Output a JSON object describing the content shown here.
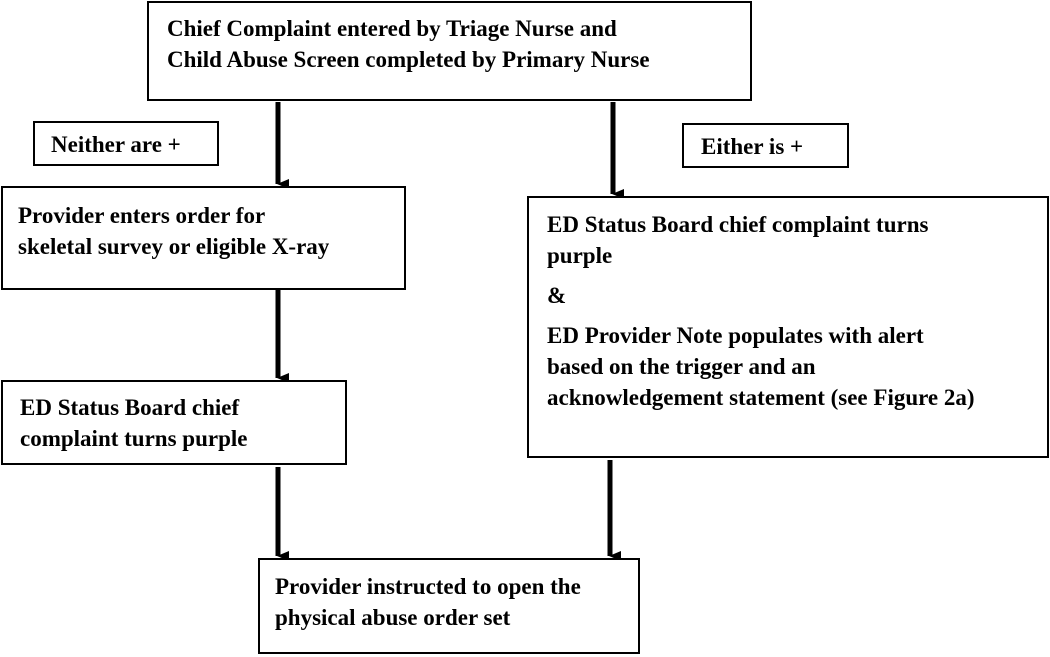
{
  "nodes": {
    "top": {
      "lines": [
        "Chief Complaint entered by Triage Nurse and",
        "Child Abuse Screen completed by Primary Nurse"
      ]
    },
    "neither_label": "Neither are +",
    "either_label": "Either is +",
    "order": {
      "lines": [
        "Provider enters order for",
        "skeletal survey or eligible X-ray"
      ]
    },
    "purple_left": {
      "lines": [
        "ED Status Board chief",
        "complaint turns purple"
      ]
    },
    "right": {
      "line1": "ED Status Board chief complaint turns",
      "line2": "purple",
      "amp": "&",
      "line3": "ED Provider Note populates with alert",
      "line4": "based on the trigger and an",
      "line5": "acknowledgement statement (see Figure 2a)"
    },
    "bottom": {
      "lines": [
        "Provider instructed to open the",
        "physical abuse order set"
      ]
    }
  },
  "colors": {
    "stroke": "#000000",
    "background": "#ffffff"
  }
}
